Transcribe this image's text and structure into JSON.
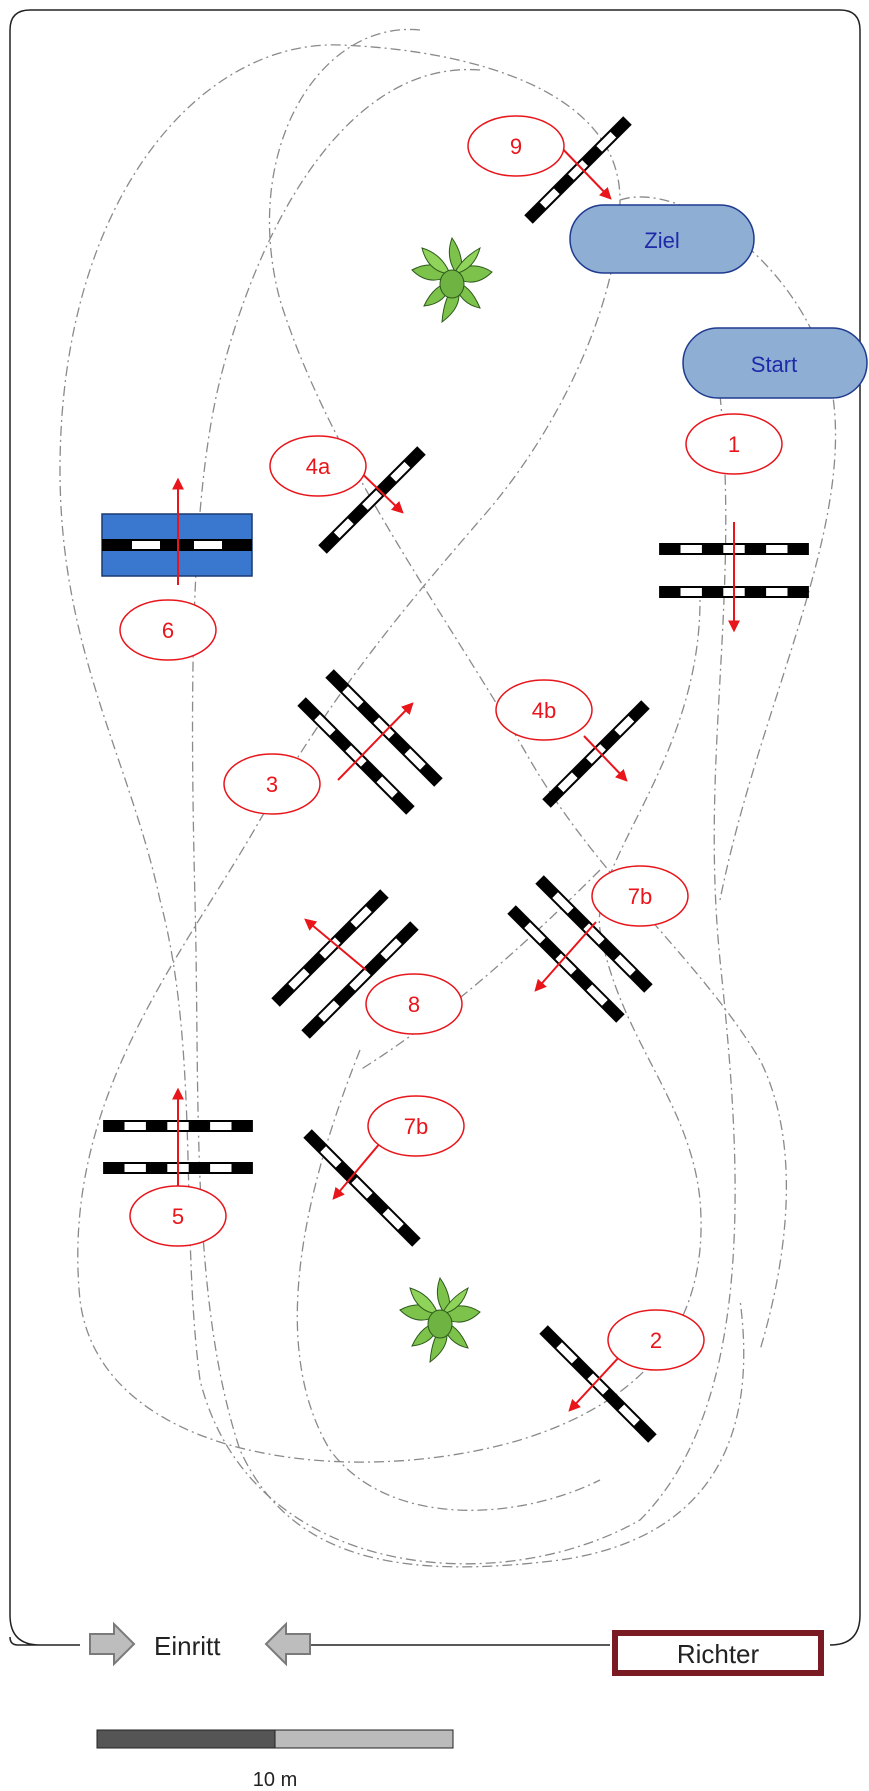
{
  "course": {
    "start_label": "Start",
    "finish_label": "Ziel",
    "entrance_label": "Einritt",
    "judge_label": "Richter",
    "scale_label": "10 m"
  },
  "obstacles": [
    {
      "key": "o1",
      "label": "1"
    },
    {
      "key": "o2",
      "label": "2"
    },
    {
      "key": "o3",
      "label": "3"
    },
    {
      "key": "o4a",
      "label": "4a"
    },
    {
      "key": "o4b",
      "label": "4b"
    },
    {
      "key": "o5",
      "label": "5"
    },
    {
      "key": "o6",
      "label": "6"
    },
    {
      "key": "o7b_top",
      "label": "7b"
    },
    {
      "key": "o7b_bottom",
      "label": "7b"
    },
    {
      "key": "o8",
      "label": "8"
    },
    {
      "key": "o9",
      "label": "9"
    }
  ],
  "colors": {
    "marker": "#e8151b",
    "pill_fill": "#8faed4",
    "pill_stroke": "#1f3a8f",
    "pill_text": "#1f2aa8",
    "water": "#3a78d0",
    "judge_border": "#7a1a22",
    "plant": "#7dc24a",
    "path": "#8a8a8a"
  }
}
